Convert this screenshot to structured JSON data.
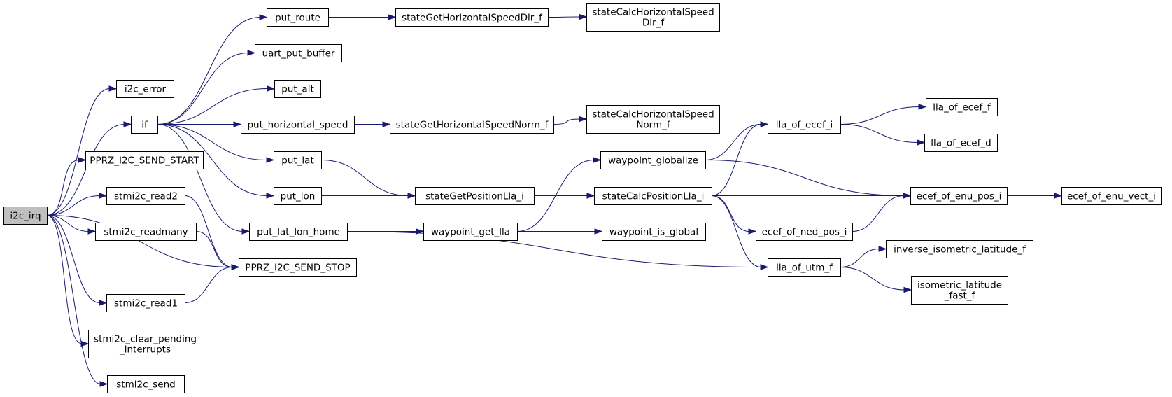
{
  "colors": {
    "edge": "#191970",
    "node_fill": "#ffffff",
    "root_fill": "#bfbfbf",
    "border": "#000000"
  },
  "nodes": [
    {
      "id": "i2c_irq",
      "lines": [
        "i2c_irq"
      ],
      "root": true
    },
    {
      "id": "i2c_error",
      "lines": [
        "i2c_error"
      ]
    },
    {
      "id": "if",
      "lines": [
        "if"
      ]
    },
    {
      "id": "PPRZ_I2C_SEND_START",
      "lines": [
        "PPRZ_I2C_SEND_START"
      ]
    },
    {
      "id": "stmi2c_read2",
      "lines": [
        "stmi2c_read2"
      ]
    },
    {
      "id": "stmi2c_readmany",
      "lines": [
        "stmi2c_readmany"
      ]
    },
    {
      "id": "PPRZ_I2C_SEND_STOP",
      "lines": [
        "PPRZ_I2C_SEND_STOP"
      ]
    },
    {
      "id": "stmi2c_read1",
      "lines": [
        "stmi2c_read1"
      ]
    },
    {
      "id": "stmi2c_clear_pending_interrupts",
      "lines": [
        "stmi2c_clear_pending",
        "_interrupts"
      ]
    },
    {
      "id": "stmi2c_send",
      "lines": [
        "stmi2c_send"
      ]
    },
    {
      "id": "put_route",
      "lines": [
        "put_route"
      ]
    },
    {
      "id": "uart_put_buffer",
      "lines": [
        "uart_put_buffer"
      ]
    },
    {
      "id": "put_alt",
      "lines": [
        "put_alt"
      ]
    },
    {
      "id": "put_horizontal_speed",
      "lines": [
        "put_horizontal_speed"
      ]
    },
    {
      "id": "put_lat",
      "lines": [
        "put_lat"
      ]
    },
    {
      "id": "put_lon",
      "lines": [
        "put_lon"
      ]
    },
    {
      "id": "put_lat_lon_home",
      "lines": [
        "put_lat_lon_home"
      ]
    },
    {
      "id": "stateGetHorizontalSpeedDir_f",
      "lines": [
        "stateGetHorizontalSpeedDir_f"
      ]
    },
    {
      "id": "stateCalcHorizontalSpeedDir_f",
      "lines": [
        "stateCalcHorizontalSpeed",
        "Dir_f"
      ]
    },
    {
      "id": "stateGetHorizontalSpeedNorm_f",
      "lines": [
        "stateGetHorizontalSpeedNorm_f"
      ]
    },
    {
      "id": "stateCalcHorizontalSpeedNorm_f",
      "lines": [
        "stateCalcHorizontalSpeed",
        "Norm_f"
      ]
    },
    {
      "id": "stateGetPositionLla_i",
      "lines": [
        "stateGetPositionLla_i"
      ]
    },
    {
      "id": "waypoint_get_lla",
      "lines": [
        "waypoint_get_lla"
      ]
    },
    {
      "id": "waypoint_globalize",
      "lines": [
        "waypoint_globalize"
      ]
    },
    {
      "id": "stateCalcPositionLla_i",
      "lines": [
        "stateCalcPositionLla_i"
      ]
    },
    {
      "id": "waypoint_is_global",
      "lines": [
        "waypoint_is_global"
      ]
    },
    {
      "id": "lla_of_ecef_i",
      "lines": [
        "lla_of_ecef_i"
      ]
    },
    {
      "id": "ecef_of_enu_pos_i",
      "lines": [
        "ecef_of_enu_pos_i"
      ]
    },
    {
      "id": "ecef_of_ned_pos_i",
      "lines": [
        "ecef_of_ned_pos_i"
      ]
    },
    {
      "id": "lla_of_utm_f",
      "lines": [
        "lla_of_utm_f"
      ]
    },
    {
      "id": "lla_of_ecef_f",
      "lines": [
        "lla_of_ecef_f"
      ]
    },
    {
      "id": "lla_of_ecef_d",
      "lines": [
        "lla_of_ecef_d"
      ]
    },
    {
      "id": "ecef_of_enu_vect_i",
      "lines": [
        "ecef_of_enu_vect_i"
      ]
    },
    {
      "id": "inverse_isometric_latitude_f",
      "lines": [
        "inverse_isometric_latitude_f"
      ]
    },
    {
      "id": "isometric_latitude_fast_f",
      "lines": [
        "isometric_latitude",
        "_fast_f"
      ]
    }
  ],
  "edges": [
    [
      "i2c_irq",
      "i2c_error"
    ],
    [
      "i2c_irq",
      "if"
    ],
    [
      "i2c_irq",
      "PPRZ_I2C_SEND_START"
    ],
    [
      "i2c_irq",
      "stmi2c_read2"
    ],
    [
      "i2c_irq",
      "stmi2c_readmany"
    ],
    [
      "i2c_irq",
      "PPRZ_I2C_SEND_STOP"
    ],
    [
      "i2c_irq",
      "stmi2c_read1"
    ],
    [
      "i2c_irq",
      "stmi2c_clear_pending_interrupts"
    ],
    [
      "i2c_irq",
      "stmi2c_send"
    ],
    [
      "if",
      "put_route"
    ],
    [
      "if",
      "uart_put_buffer"
    ],
    [
      "if",
      "put_alt"
    ],
    [
      "if",
      "put_horizontal_speed"
    ],
    [
      "if",
      "put_lat"
    ],
    [
      "if",
      "put_lon"
    ],
    [
      "if",
      "put_lat_lon_home"
    ],
    [
      "stmi2c_read2",
      "PPRZ_I2C_SEND_STOP"
    ],
    [
      "stmi2c_readmany",
      "PPRZ_I2C_SEND_STOP"
    ],
    [
      "stmi2c_read1",
      "PPRZ_I2C_SEND_STOP"
    ],
    [
      "put_route",
      "stateGetHorizontalSpeedDir_f"
    ],
    [
      "stateGetHorizontalSpeedDir_f",
      "stateCalcHorizontalSpeedDir_f"
    ],
    [
      "put_horizontal_speed",
      "stateGetHorizontalSpeedNorm_f"
    ],
    [
      "stateGetHorizontalSpeedNorm_f",
      "stateCalcHorizontalSpeedNorm_f"
    ],
    [
      "put_lat",
      "stateGetPositionLla_i"
    ],
    [
      "put_lon",
      "stateGetPositionLla_i"
    ],
    [
      "put_lat_lon_home",
      "waypoint_get_lla"
    ],
    [
      "put_lat_lon_home",
      "lla_of_utm_f"
    ],
    [
      "stateGetPositionLla_i",
      "stateCalcPositionLla_i"
    ],
    [
      "waypoint_get_lla",
      "waypoint_globalize"
    ],
    [
      "waypoint_get_lla",
      "waypoint_is_global"
    ],
    [
      "waypoint_globalize",
      "lla_of_ecef_i"
    ],
    [
      "waypoint_globalize",
      "ecef_of_enu_pos_i"
    ],
    [
      "stateCalcPositionLla_i",
      "lla_of_ecef_i"
    ],
    [
      "stateCalcPositionLla_i",
      "ecef_of_enu_pos_i"
    ],
    [
      "stateCalcPositionLla_i",
      "ecef_of_ned_pos_i"
    ],
    [
      "stateCalcPositionLla_i",
      "lla_of_utm_f"
    ],
    [
      "lla_of_ecef_i",
      "lla_of_ecef_f"
    ],
    [
      "lla_of_ecef_i",
      "lla_of_ecef_d"
    ],
    [
      "ecef_of_enu_pos_i",
      "ecef_of_enu_vect_i"
    ],
    [
      "ecef_of_ned_pos_i",
      "ecef_of_enu_pos_i"
    ],
    [
      "lla_of_utm_f",
      "inverse_isometric_latitude_f"
    ],
    [
      "lla_of_utm_f",
      "isometric_latitude_fast_f"
    ]
  ]
}
